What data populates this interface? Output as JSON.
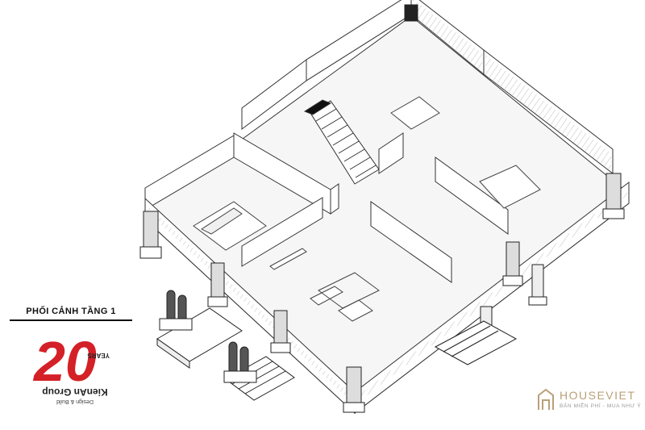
{
  "caption": {
    "text": "PHỐI CẢNH TẦNG 1"
  },
  "brand_left": {
    "years_number": "20",
    "years_label": "YEARS",
    "company": "KienAn Group",
    "subline": "Design & Build",
    "colors": {
      "number": "#d42027",
      "text": "#222222"
    }
  },
  "watermark": {
    "name": "HOUSEVIET",
    "tagline": "BẢN MIỄN PHÍ - MUA NHƯ Ý",
    "icon": "house-logo-icon",
    "color": "#b9a079"
  },
  "drawing": {
    "style": "axonometric floor-plan line drawing",
    "line_color": "#333333",
    "fill_color": "#ffffff"
  }
}
